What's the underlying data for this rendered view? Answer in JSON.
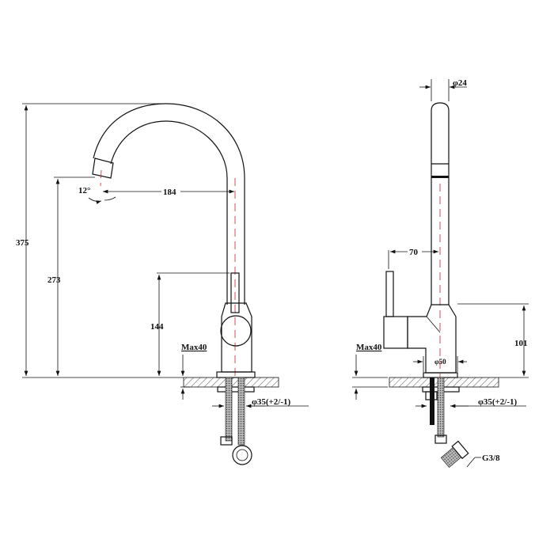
{
  "front_view": {
    "overall_height": "375",
    "spout_height": "273",
    "spout_reach": "184",
    "spout_angle": "12°",
    "lever_height": "144",
    "max_thickness": "Max40",
    "hole_diameter": "φ35(+2/-1)"
  },
  "side_view": {
    "spout_diameter": "φ24",
    "lever_offset": "70",
    "body_height": "101",
    "max_thickness": "Max40",
    "base_diameter": "φ50",
    "hole_diameter": "φ35(+2/-1)",
    "thread": "G3/8"
  },
  "colors": {
    "line": "#111111",
    "centerline": "#cc2222"
  }
}
